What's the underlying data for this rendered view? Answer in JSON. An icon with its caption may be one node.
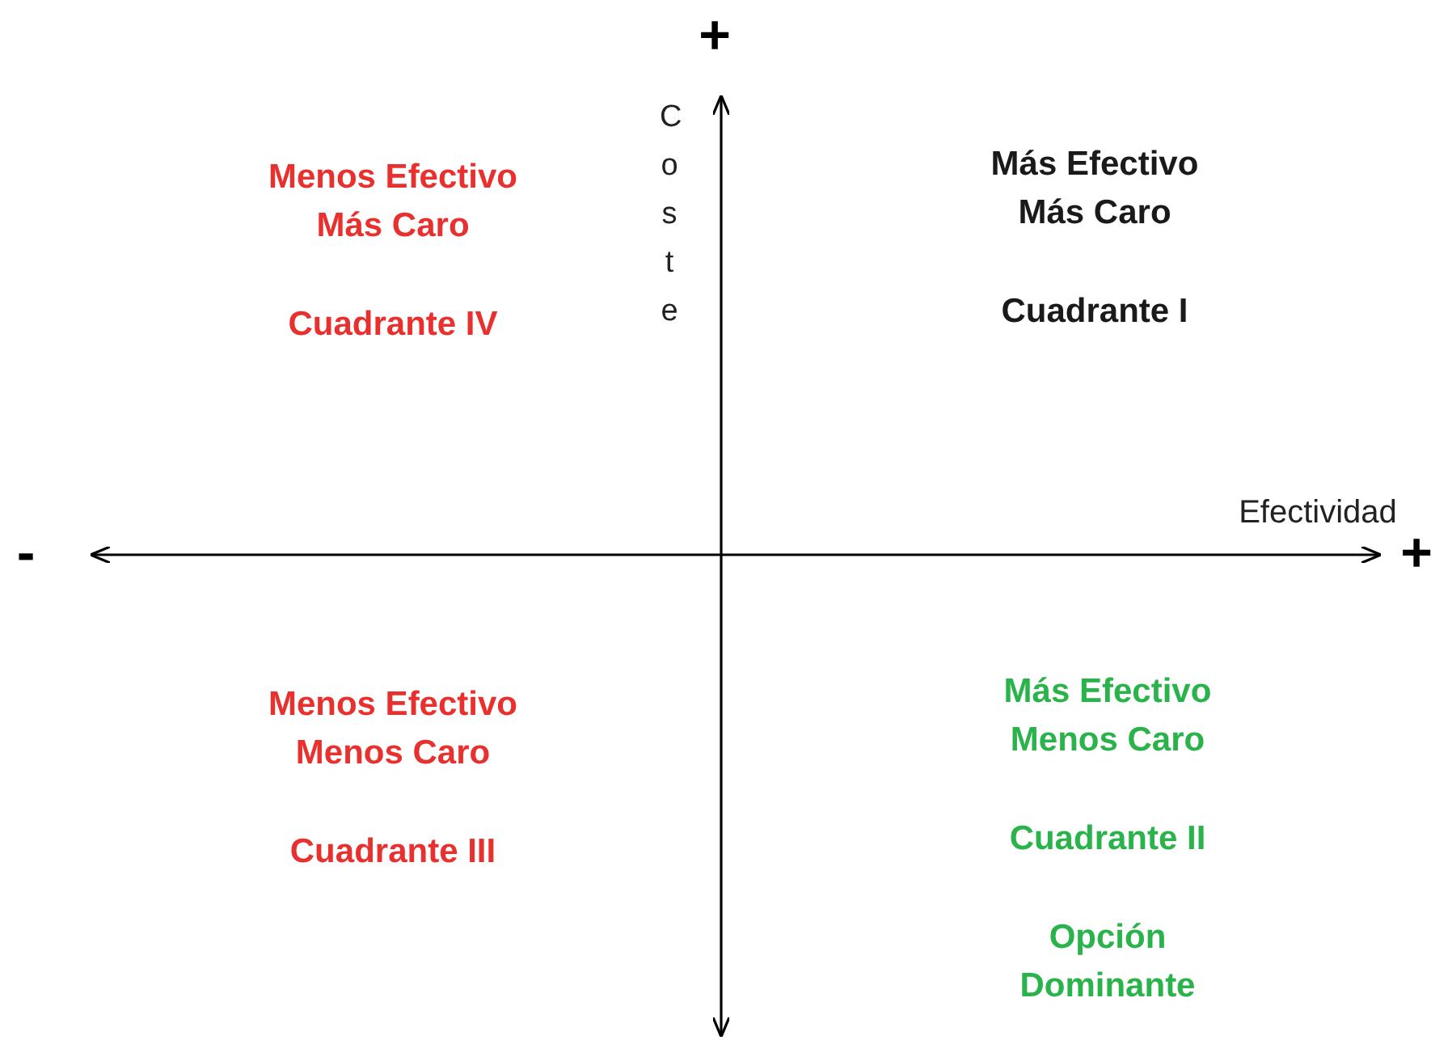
{
  "diagram": {
    "labels": [
      "+",
      "Coste",
      "Menos Efectivo Más Caro",
      "Más Efectivo Más Caro",
      "Cuadrante IV",
      "Cuadrante I",
      "Efectividad",
      "-",
      "+",
      "Menos Efectivo Menos Caro",
      "Más Efectivo Menos Caro",
      "Cuadrante II",
      "Cuadrante III",
      "Opción Dominante"
    ]
  }
}
